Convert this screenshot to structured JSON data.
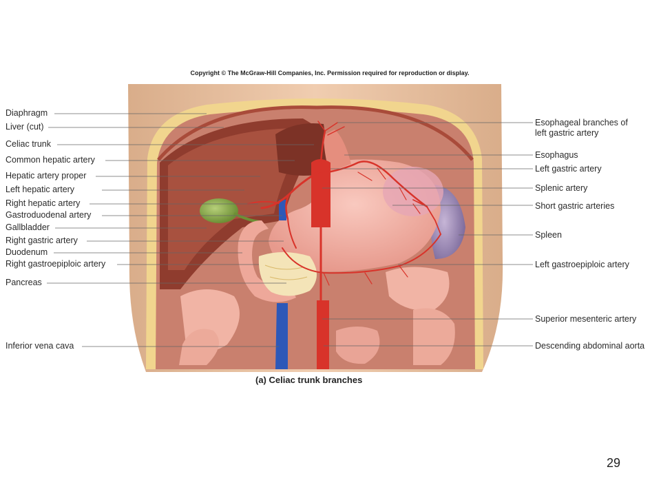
{
  "copyright": "Copyright © The McGraw-Hill Companies, Inc. Permission required for reproduction or display.",
  "labels_left": [
    "Diaphragm",
    "Liver (cut)",
    "Celiac trunk",
    "Common hepatic artery",
    "Hepatic artery proper",
    "Left hepatic artery",
    "Right hepatic artery",
    "Gastroduodenal artery",
    "Gallbladder",
    "Right gastric artery",
    "Duodenum",
    "Right gastroepiploic artery",
    "Pancreas",
    "Inferior vena cava"
  ],
  "labels_right": [
    "Esophageal branches of",
    "left gastric artery",
    "Esophagus",
    "Left gastric artery",
    "Splenic artery",
    "Short gastric arteries",
    "Spleen",
    "Left gastroepiploic artery",
    "Superior mesenteric artery",
    "Descending abdominal aorta"
  ],
  "caption": "(a) Celiac trunk branches",
  "page_number": "29",
  "colors": {
    "artery": "#d8332a",
    "vein": "#2d58b8",
    "skin": "#e9c3a0",
    "fat": "#f1d58e",
    "cavity": "#c9806e",
    "stomach": "#f2b0a6",
    "liver": "#8f3c2e",
    "gallbladder": "#8cae4c",
    "spleen": "#9a86b4",
    "pancreas": "#f4e4b8",
    "leader_line": "#666666"
  }
}
